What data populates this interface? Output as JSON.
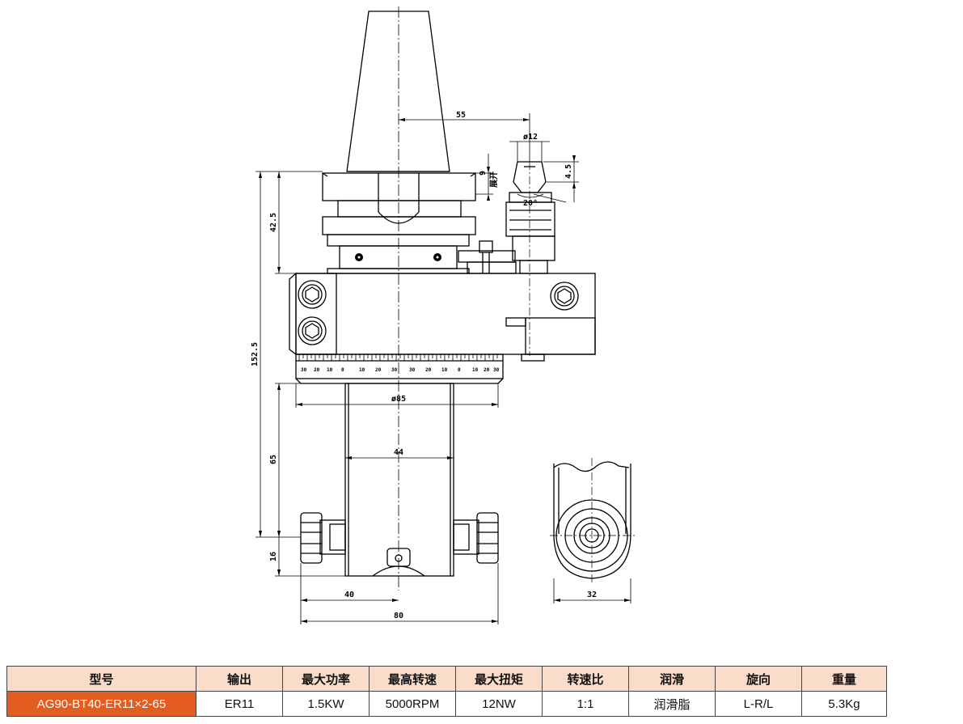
{
  "drawing": {
    "dims": {
      "d55": "55",
      "d12": "ø12",
      "d9": "9",
      "d4_5": "4.5",
      "d42_5": "42.5",
      "d152_5": "152.5",
      "d65": "65",
      "d16": "16",
      "d85": "ø85",
      "d44": "44",
      "d40": "40",
      "d80": "80",
      "d32": "32",
      "angle": "20°",
      "note": "展开"
    },
    "scale_marks": [
      "30",
      "20",
      "10",
      "0",
      "10",
      "20",
      "30",
      "30",
      "20",
      "10",
      "0",
      "10",
      "20",
      "30"
    ]
  },
  "table": {
    "headers": [
      "型号",
      "输出",
      "最大功率",
      "最高转速",
      "最大扭矩",
      "转速比",
      "润滑",
      "旋向",
      "重量"
    ],
    "row": [
      "AG90-BT40-ER11×2-65",
      "ER11",
      "1.5KW",
      "5000RPM",
      "12NW",
      "1:1",
      "润滑脂",
      "L-R/L",
      "5.3Kg"
    ],
    "colors": {
      "header_bg": "#f9dcc9",
      "model_bg": "#e35d20",
      "model_text": "#ffffff"
    }
  }
}
